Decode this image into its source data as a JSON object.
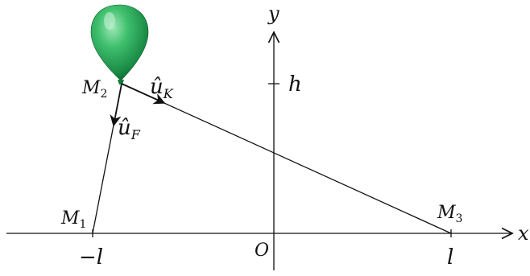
{
  "diagram": {
    "labels": {
      "axis_x": "x",
      "axis_y": "y",
      "origin": "O",
      "height": "h",
      "neg_l": "−l",
      "pos_l": "l",
      "point_1": "M",
      "point_1_sub": "1",
      "point_2": "M",
      "point_2_sub": "2",
      "point_3": "M",
      "point_3_sub": "3",
      "unit_k": "û",
      "unit_k_sub": "K",
      "unit_f": "û",
      "unit_f_sub": "F"
    },
    "colors": {
      "balloon": "#2fa65a",
      "balloon_dark": "#0f6b33",
      "balloon_light": "#8fe0a8",
      "ink": "#111111"
    }
  }
}
